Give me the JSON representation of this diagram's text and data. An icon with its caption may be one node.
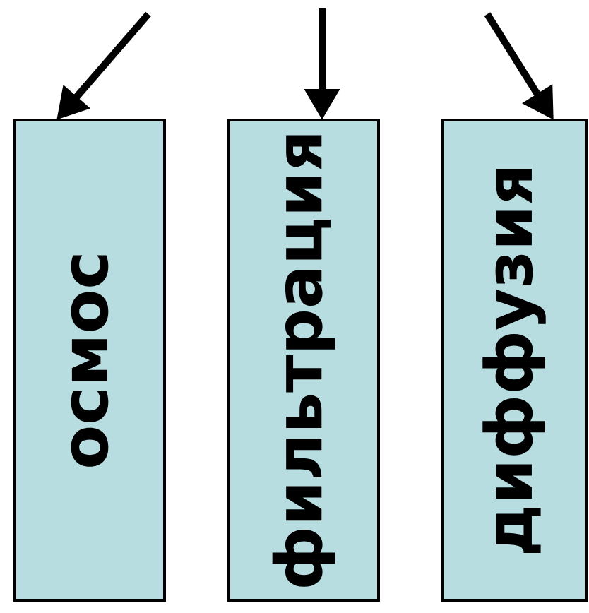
{
  "diagram": {
    "nodes": [
      {
        "text": [
          "осмос"
        ]
      },
      {
        "text": [
          "фильтрация"
        ]
      },
      {
        "text": [
          "диффузия"
        ]
      }
    ],
    "edges": [
      {
        "from": null,
        "to": 0,
        "arrow": "to"
      },
      {
        "from": null,
        "to": 1,
        "arrow": "to"
      },
      {
        "from": null,
        "to": 2,
        "arrow": "to"
      }
    ]
  }
}
